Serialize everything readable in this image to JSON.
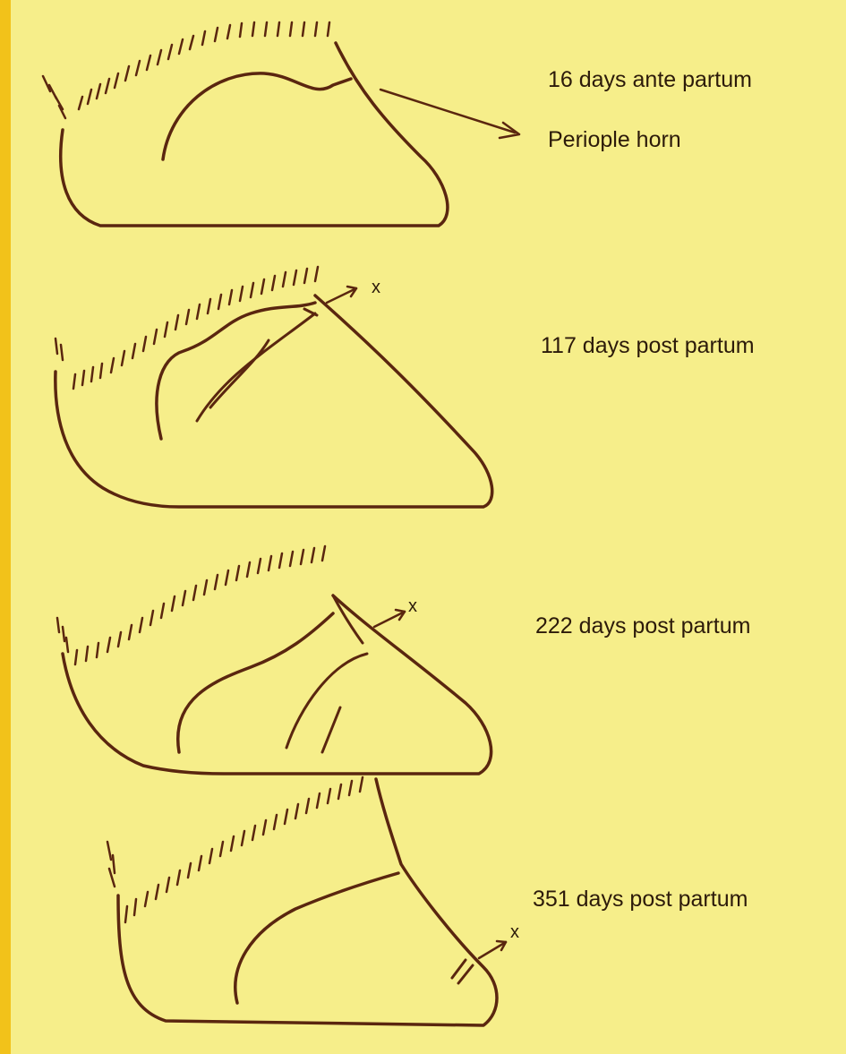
{
  "diagram": {
    "stages": [
      {
        "label": "16 days ante partum"
      },
      {
        "label": "117 days post partum"
      },
      {
        "label": "222 days post partum"
      },
      {
        "label": "351 days post partum"
      }
    ],
    "annotation": "Periople horn",
    "marker": "x"
  },
  "colors": {
    "background": "#f6ee8a",
    "edge": "#f2c21a",
    "ink": "#5a260f",
    "text": "#2c1a0a"
  }
}
